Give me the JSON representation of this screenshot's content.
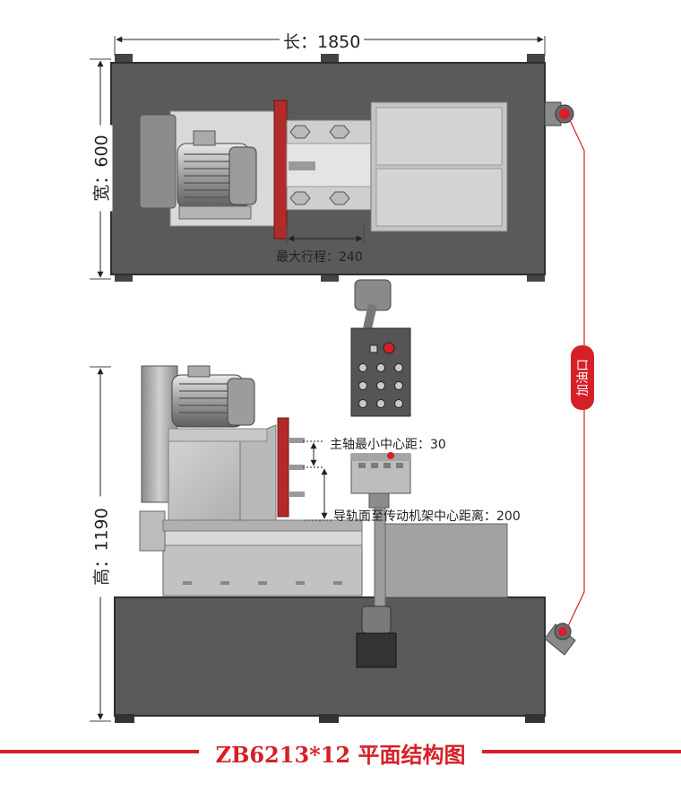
{
  "dimensions": {
    "length_label": "长：1850",
    "width_label": "宽：600",
    "height_label": "高：1190",
    "stroke_label": "最大行程：240",
    "spindle_distance_label": "主轴最小中心距：30",
    "rail_distance_label": "导轨面至传动机架中心距离：200"
  },
  "oil_inlet_label": "加油口",
  "title": "ZB6213*12 平面结构图",
  "colors": {
    "accent": "#d62027",
    "frame": "#5a5a5a",
    "frame_dark": "#3a3a3a",
    "part_light": "#c8c8c8",
    "part_mid": "#9a9a9a"
  }
}
